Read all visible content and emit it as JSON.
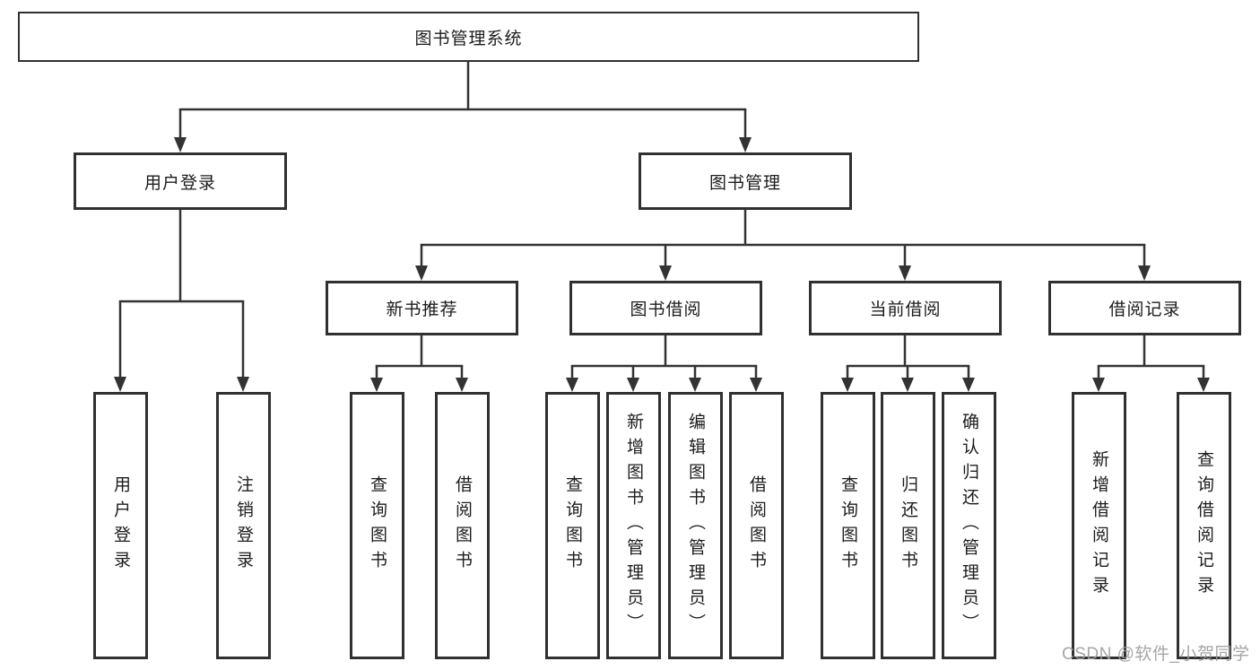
{
  "diagram": {
    "type": "hierarchy-tree",
    "nodes": {
      "root": "图书管理系统",
      "user_login": "用户登录",
      "book_mgmt": "图书管理",
      "new_book_rec": "新书推荐",
      "book_borrow": "图书借阅",
      "current_borrow": "当前借阅",
      "borrow_records": "借阅记录",
      "leaf_user_login": "用户登录",
      "leaf_logout": "注销登录",
      "leaf_nbr_query": "查询图书",
      "leaf_nbr_borrow": "借阅图书",
      "leaf_bb_query": "查询图书",
      "leaf_bb_add": "新增图书（管理员）",
      "leaf_bb_edit": "编辑图书（管理员）",
      "leaf_bb_borrow": "借阅图书",
      "leaf_cb_query": "查询图书",
      "leaf_cb_return": "归还图书",
      "leaf_cb_confirm": "确认归还（管理员）",
      "leaf_br_add": "新增借阅记录",
      "leaf_br_query": "查询借阅记录"
    },
    "edges": [
      [
        "root",
        "user_login"
      ],
      [
        "root",
        "book_mgmt"
      ],
      [
        "user_login",
        "leaf_user_login"
      ],
      [
        "user_login",
        "leaf_logout"
      ],
      [
        "book_mgmt",
        "new_book_rec"
      ],
      [
        "book_mgmt",
        "book_borrow"
      ],
      [
        "book_mgmt",
        "current_borrow"
      ],
      [
        "book_mgmt",
        "borrow_records"
      ],
      [
        "new_book_rec",
        "leaf_nbr_query"
      ],
      [
        "new_book_rec",
        "leaf_nbr_borrow"
      ],
      [
        "book_borrow",
        "leaf_bb_query"
      ],
      [
        "book_borrow",
        "leaf_bb_add"
      ],
      [
        "book_borrow",
        "leaf_bb_edit"
      ],
      [
        "book_borrow",
        "leaf_bb_borrow"
      ],
      [
        "current_borrow",
        "leaf_cb_query"
      ],
      [
        "current_borrow",
        "leaf_cb_return"
      ],
      [
        "current_borrow",
        "leaf_cb_confirm"
      ],
      [
        "borrow_records",
        "leaf_br_add"
      ],
      [
        "borrow_records",
        "leaf_br_query"
      ]
    ],
    "colors": {
      "line": "#333333",
      "box_border": "#303030",
      "text": "#1c1c1c",
      "background": "#ffffff",
      "watermark": "#9e9e9e"
    }
  },
  "watermark": "CSDN @软件_小贺同学"
}
